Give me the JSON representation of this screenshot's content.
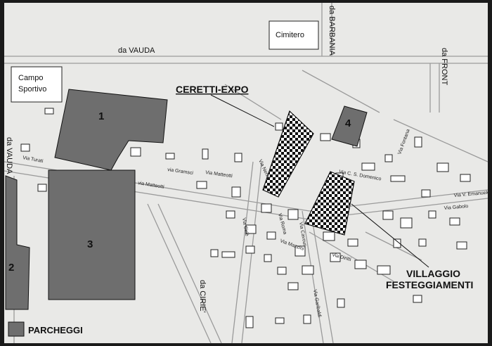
{
  "colors": {
    "paper": "#e9e9e7",
    "road": "#9a9a9a",
    "building": "#ffffff",
    "parking": "#6e6e6e",
    "frame": "#1a1a1a"
  },
  "directions": {
    "vauda_top": "da VAUDA",
    "vauda_left": "da VAUDA",
    "barbania": "da BARBANIA",
    "front": "da FRONT",
    "cirie": "da CIRIE'"
  },
  "places": {
    "cimitero": "Cimitero",
    "campo_line1": "Campo",
    "campo_line2": "Sportivo",
    "ceretti": "CERETTI-EXPO",
    "villaggio_line1": "VILLAGGIO",
    "villaggio_line2": "FESTEGGIAMENTI"
  },
  "parking_numbers": [
    "1",
    "2",
    "3",
    "4"
  ],
  "streets": {
    "turati": "Via Turati",
    "gramsci": "via Gramsci",
    "matteotti_a": "via Matteotti",
    "matteotti_b": "Via Matteotti",
    "nenni": "Via Nenni",
    "cirie": "Via Ciriè",
    "roma": "Via Roma",
    "mazzini": "Via Mazzini",
    "cavour": "Via Cavour",
    "diritti": "Via Diritti",
    "garibaldi": "Via Garibaldi",
    "fontana": "Via Fontana",
    "san_domenico": "Via C. S. Domenico",
    "emanuele": "Via V. Emanuele",
    "gabolo": "Via Gabolo"
  },
  "legend": {
    "label": "PARCHEGGI"
  }
}
